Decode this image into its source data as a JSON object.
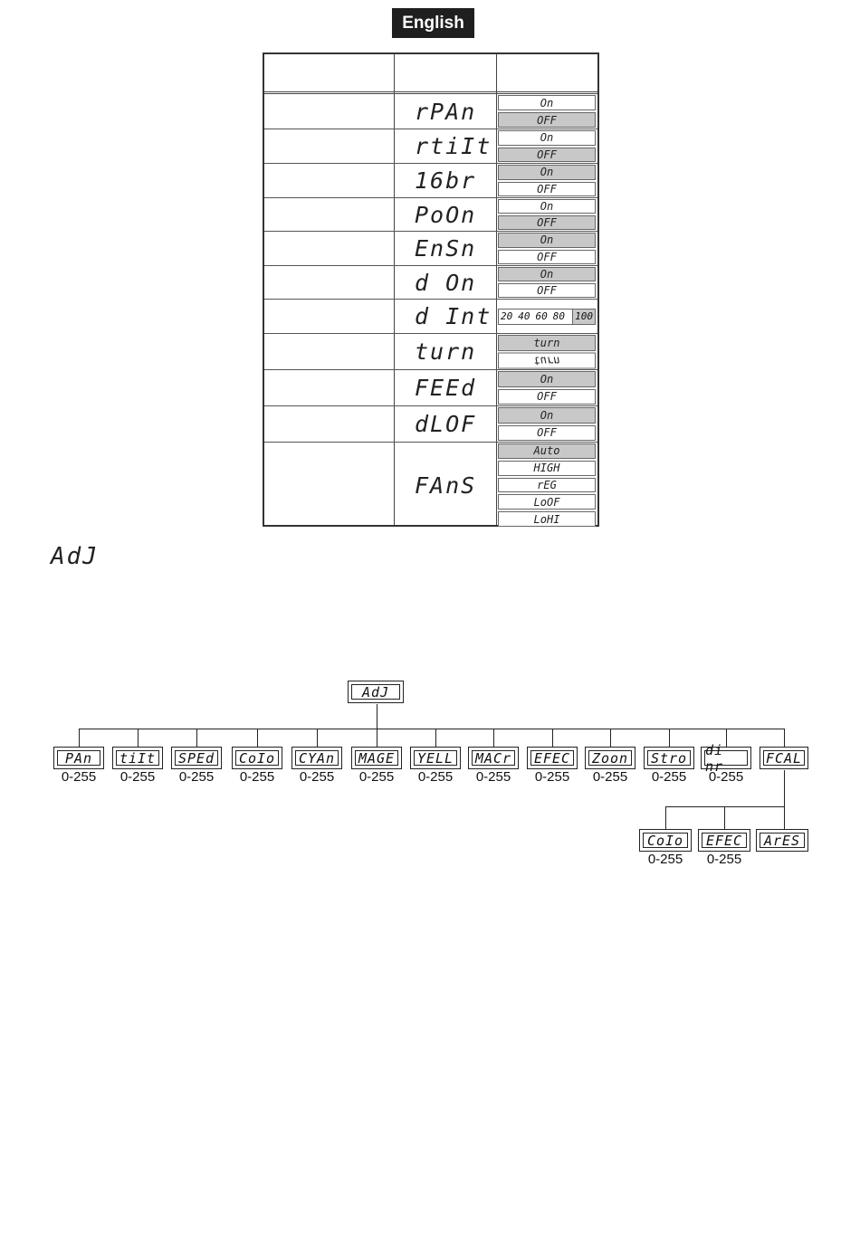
{
  "language_badge": "English",
  "menu_rows": [
    {
      "display": "rPAn",
      "options": [
        {
          "label": "On",
          "selected": false
        },
        {
          "label": "OFF",
          "selected": true
        }
      ]
    },
    {
      "display": "rtiIt",
      "options": [
        {
          "label": "On",
          "selected": false
        },
        {
          "label": "OFF",
          "selected": true
        }
      ]
    },
    {
      "display": "16br",
      "options": [
        {
          "label": "On",
          "selected": true
        },
        {
          "label": "OFF",
          "selected": false
        }
      ]
    },
    {
      "display": "PoOn",
      "options": [
        {
          "label": "On",
          "selected": false
        },
        {
          "label": "OFF",
          "selected": true
        }
      ]
    },
    {
      "display": "EnSn",
      "options": [
        {
          "label": "On",
          "selected": true
        },
        {
          "label": "OFF",
          "selected": false
        }
      ]
    },
    {
      "display": "d On",
      "options": [
        {
          "label": "On",
          "selected": true
        },
        {
          "label": "OFF",
          "selected": false
        }
      ]
    },
    {
      "display": "d Int",
      "hz": [
        "20",
        "40",
        "60",
        "80"
      ],
      "hz_selected": "100"
    },
    {
      "display": "turn",
      "options": [
        {
          "label": "turn",
          "selected": true
        },
        {
          "label": "turn",
          "selected": false,
          "mirrored": true
        }
      ]
    },
    {
      "display": "FEEd",
      "options": [
        {
          "label": "On",
          "selected": true
        },
        {
          "label": "OFF",
          "selected": false
        }
      ]
    },
    {
      "display": "dLOF",
      "options": [
        {
          "label": "On",
          "selected": true
        },
        {
          "label": "OFF",
          "selected": false
        }
      ]
    },
    {
      "display": "FAnS",
      "options": [
        {
          "label": "Auto",
          "selected": true
        },
        {
          "label": "HIGH",
          "selected": false
        },
        {
          "label": "rEG",
          "selected": false
        },
        {
          "label": "LoOF",
          "selected": false
        },
        {
          "label": "LoHI",
          "selected": false
        }
      ]
    }
  ],
  "adj_heading": "AdJ",
  "tree": {
    "root": "AdJ",
    "children": [
      {
        "label": "PAn",
        "range": "0-255"
      },
      {
        "label": "tiIt",
        "range": "0-255"
      },
      {
        "label": "SPEd",
        "range": "0-255"
      },
      {
        "label": "CoIo",
        "range": "0-255"
      },
      {
        "label": "CYAn",
        "range": "0-255"
      },
      {
        "label": "MAGE",
        "range": "0-255"
      },
      {
        "label": "YELL",
        "range": "0-255"
      },
      {
        "label": "MACr",
        "range": "0-255"
      },
      {
        "label": "EFEC",
        "range": "0-255"
      },
      {
        "label": "Zoon",
        "range": "0-255"
      },
      {
        "label": "Stro",
        "range": "0-255"
      },
      {
        "label": "di nr",
        "range": "0-255"
      },
      {
        "label": "FCAL",
        "range": ""
      }
    ],
    "fcal_children": [
      {
        "label": "CoIo",
        "range": "0-255"
      },
      {
        "label": "EFEC",
        "range": "0-255"
      },
      {
        "label": "ArES",
        "range": ""
      }
    ]
  }
}
